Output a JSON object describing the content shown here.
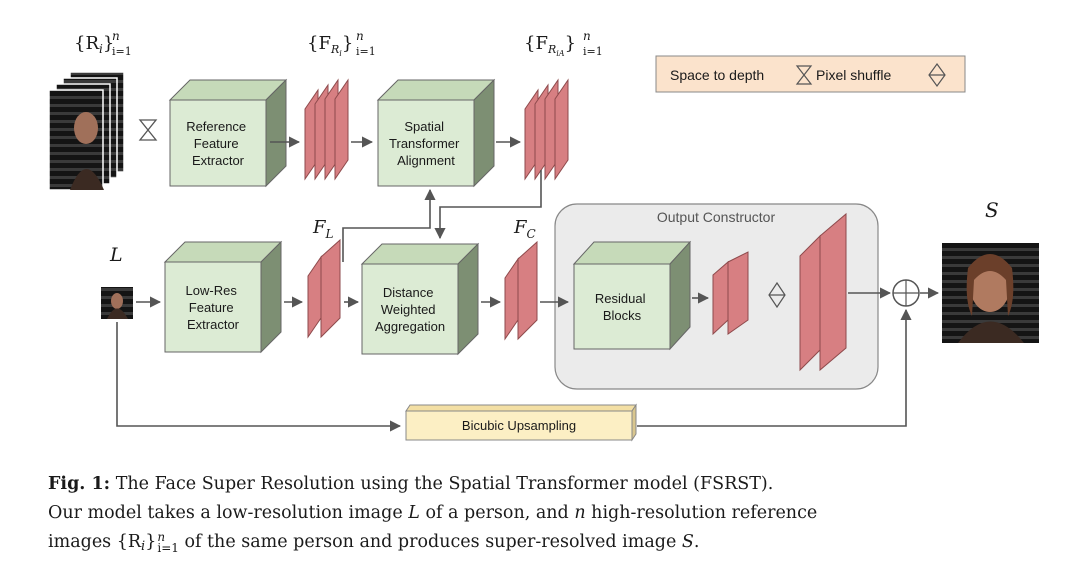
{
  "labels": {
    "ref_set": "{R",
    "ref_set_sub": "i",
    "ref_set_close": "}",
    "range_super": "n",
    "range_sub": "i=1",
    "feat_set": "{F",
    "feat_set_sub": "R",
    "feat_set_subsub": "i",
    "aligned_set_sub": "R",
    "aligned_set_subsub": "iA",
    "fl": "F",
    "fl_sub": "L",
    "fc": "F",
    "fc_sub": "C",
    "L": "L",
    "S": "S"
  },
  "blocks": {
    "ref_extractor": [
      "Reference",
      "Feature",
      "Extractor"
    ],
    "spatial_transformer": [
      "Spatial",
      "Transformer",
      "Alignment"
    ],
    "lowres_extractor": [
      "Low-Res",
      "Feature",
      "Extractor"
    ],
    "distance_aggregation": [
      "Distance",
      "Weighted",
      "Aggregation"
    ],
    "residual_blocks": [
      "Residual",
      "Blocks"
    ],
    "output_constructor": "Output Constructor",
    "bicubic": "Bicubic Upsampling"
  },
  "legend": {
    "space_to_depth": "Space to depth",
    "pixel_shuffle": "Pixel shuffle"
  },
  "caption": {
    "fig_label": "Fig. 1:",
    "line1": "The Face Super Resolution using the Spatial Transformer model (FSRST).",
    "line2a": "Our model takes a low-resolution image ",
    "line2_L": "L",
    "line2b": " of a person, and ",
    "line2_n": "n",
    "line2c": " high-resolution reference",
    "line3a": "images ",
    "line3_set": "{R",
    "line3_i": "i",
    "line3_close": "}",
    "line3_sup": "n",
    "line3_sub": "i=1",
    "line3b": " of the same person and produces super-resolved image ",
    "line3_S": "S",
    "line3c": "."
  },
  "colors": {
    "block_green": "#dcebd4",
    "feature_red": "#d77f82",
    "legend_bg": "#fbe3cc",
    "bicubic_bg": "#fcefc4",
    "constructor_bg": "#ebebeb",
    "arrow": "#555555"
  }
}
